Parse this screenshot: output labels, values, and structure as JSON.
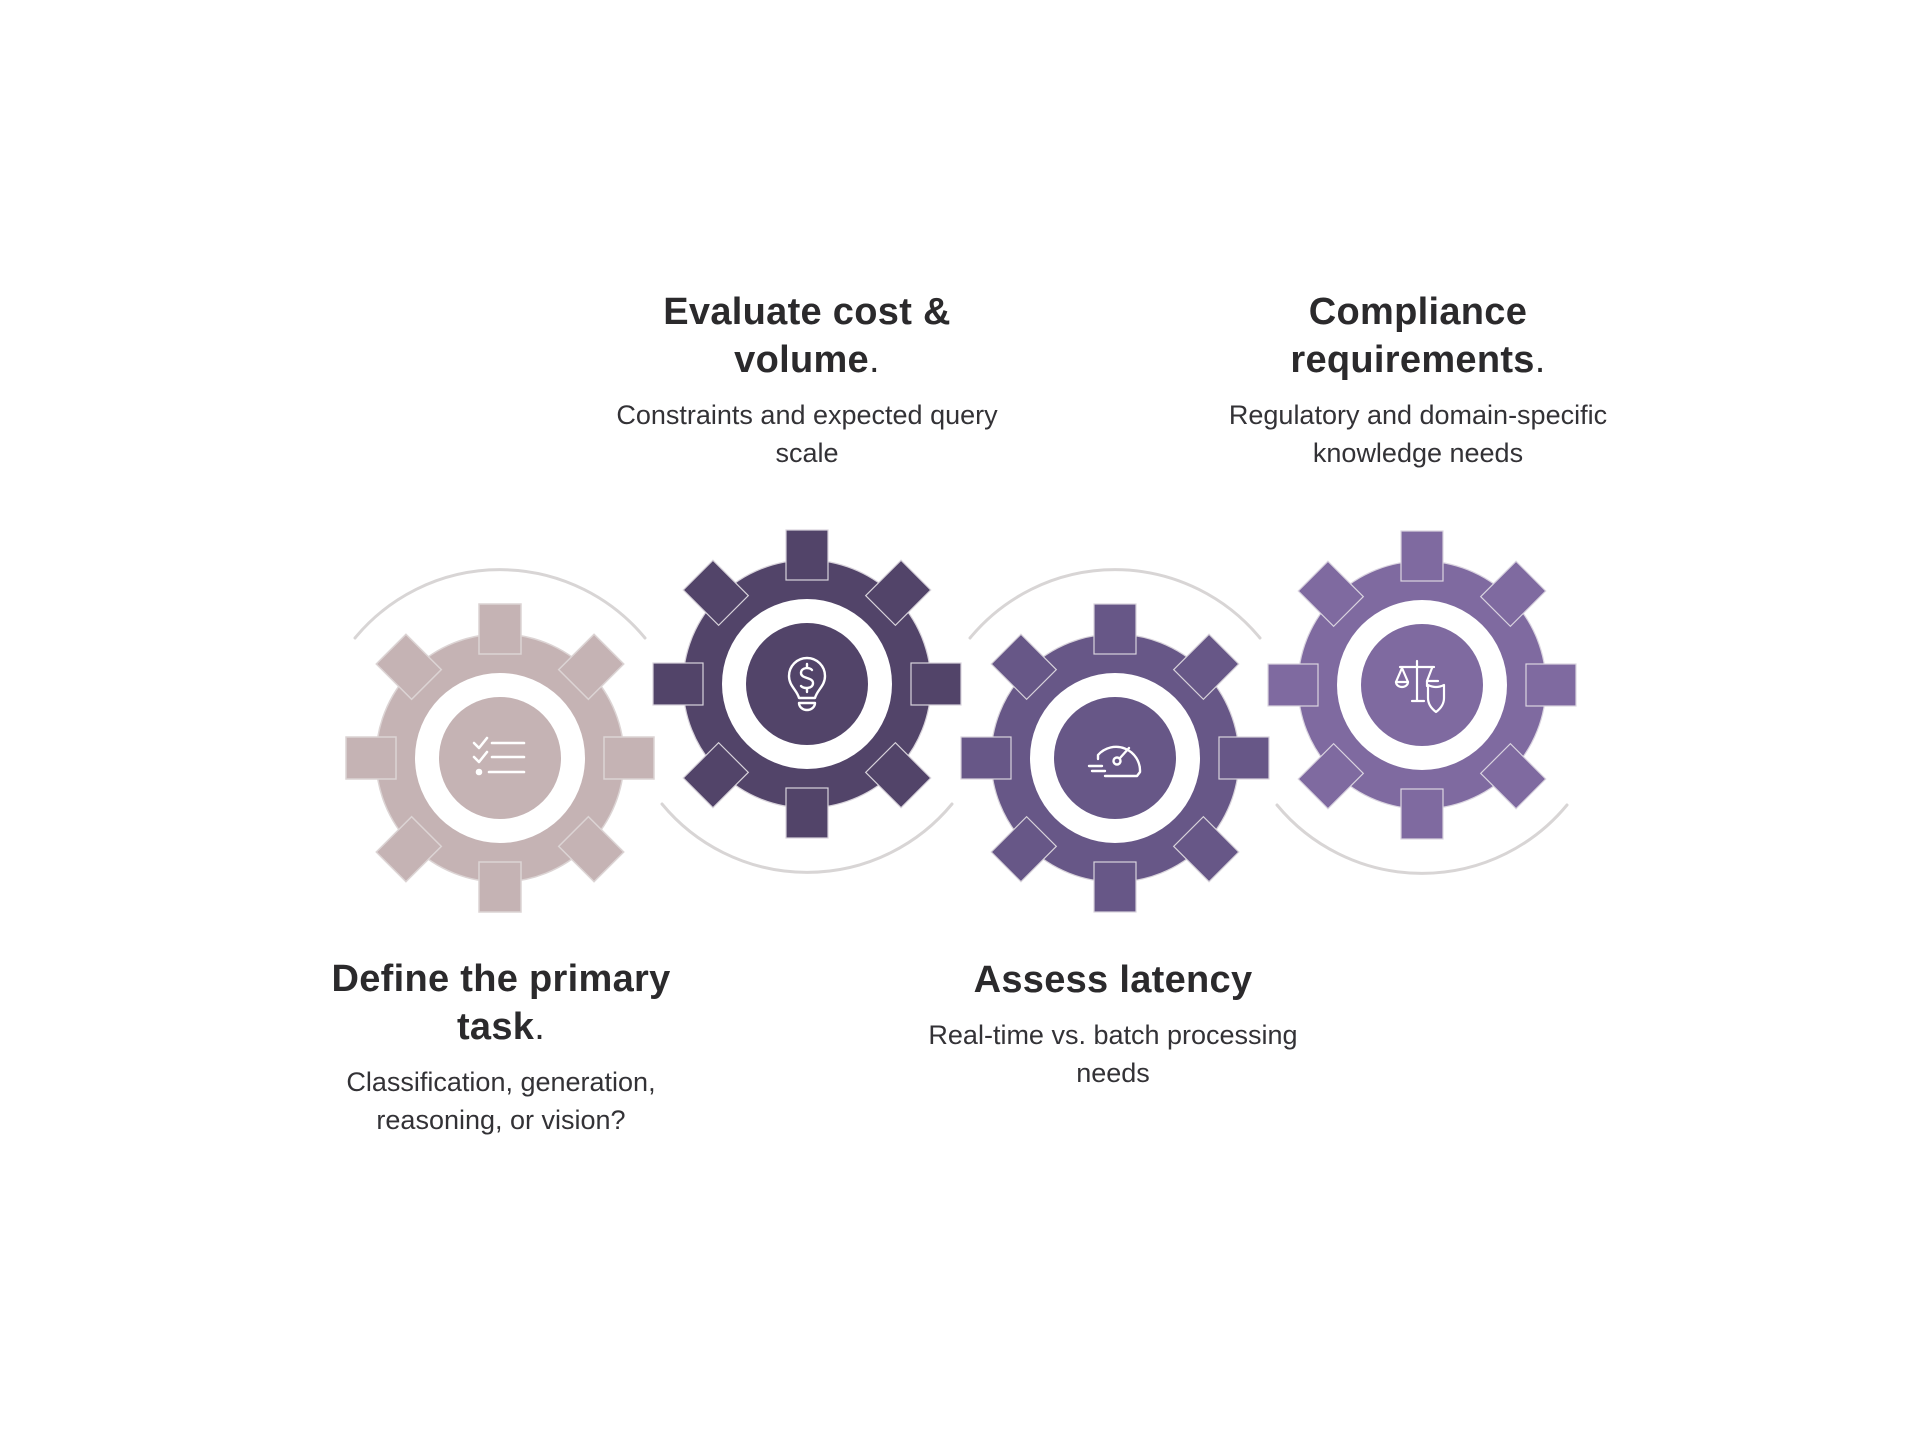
{
  "diagram": {
    "type": "gear-process",
    "arc_color": "#d8d5d5",
    "steps": [
      {
        "id": "define-task",
        "title_lines": [
          "Define the primary",
          "task"
        ],
        "title_suffix": ".",
        "description_lines": [
          "Classification, generation,",
          "reasoning, or vision?"
        ],
        "icon": "checklist-icon",
        "color": "#c5b3b4",
        "text_position": "below"
      },
      {
        "id": "evaluate-cost",
        "title_lines": [
          "Evaluate cost &",
          "volume"
        ],
        "title_suffix": ".",
        "description_lines": [
          "Constraints and expected query",
          "scale"
        ],
        "icon": "lightbulb-dollar-icon",
        "color": "#524469",
        "text_position": "above"
      },
      {
        "id": "assess-latency",
        "title_lines": [
          "Assess latency"
        ],
        "title_suffix": "",
        "description_lines": [
          "Real-time vs. batch processing",
          "needs"
        ],
        "icon": "speedometer-icon",
        "color": "#675787",
        "text_position": "below"
      },
      {
        "id": "compliance",
        "title_lines": [
          "Compliance",
          "requirements"
        ],
        "title_suffix": ".",
        "description_lines": [
          "Regulatory and domain-specific",
          "knowledge needs"
        ],
        "icon": "scales-shield-icon",
        "color": "#7f6aa0",
        "text_position": "above"
      }
    ]
  }
}
